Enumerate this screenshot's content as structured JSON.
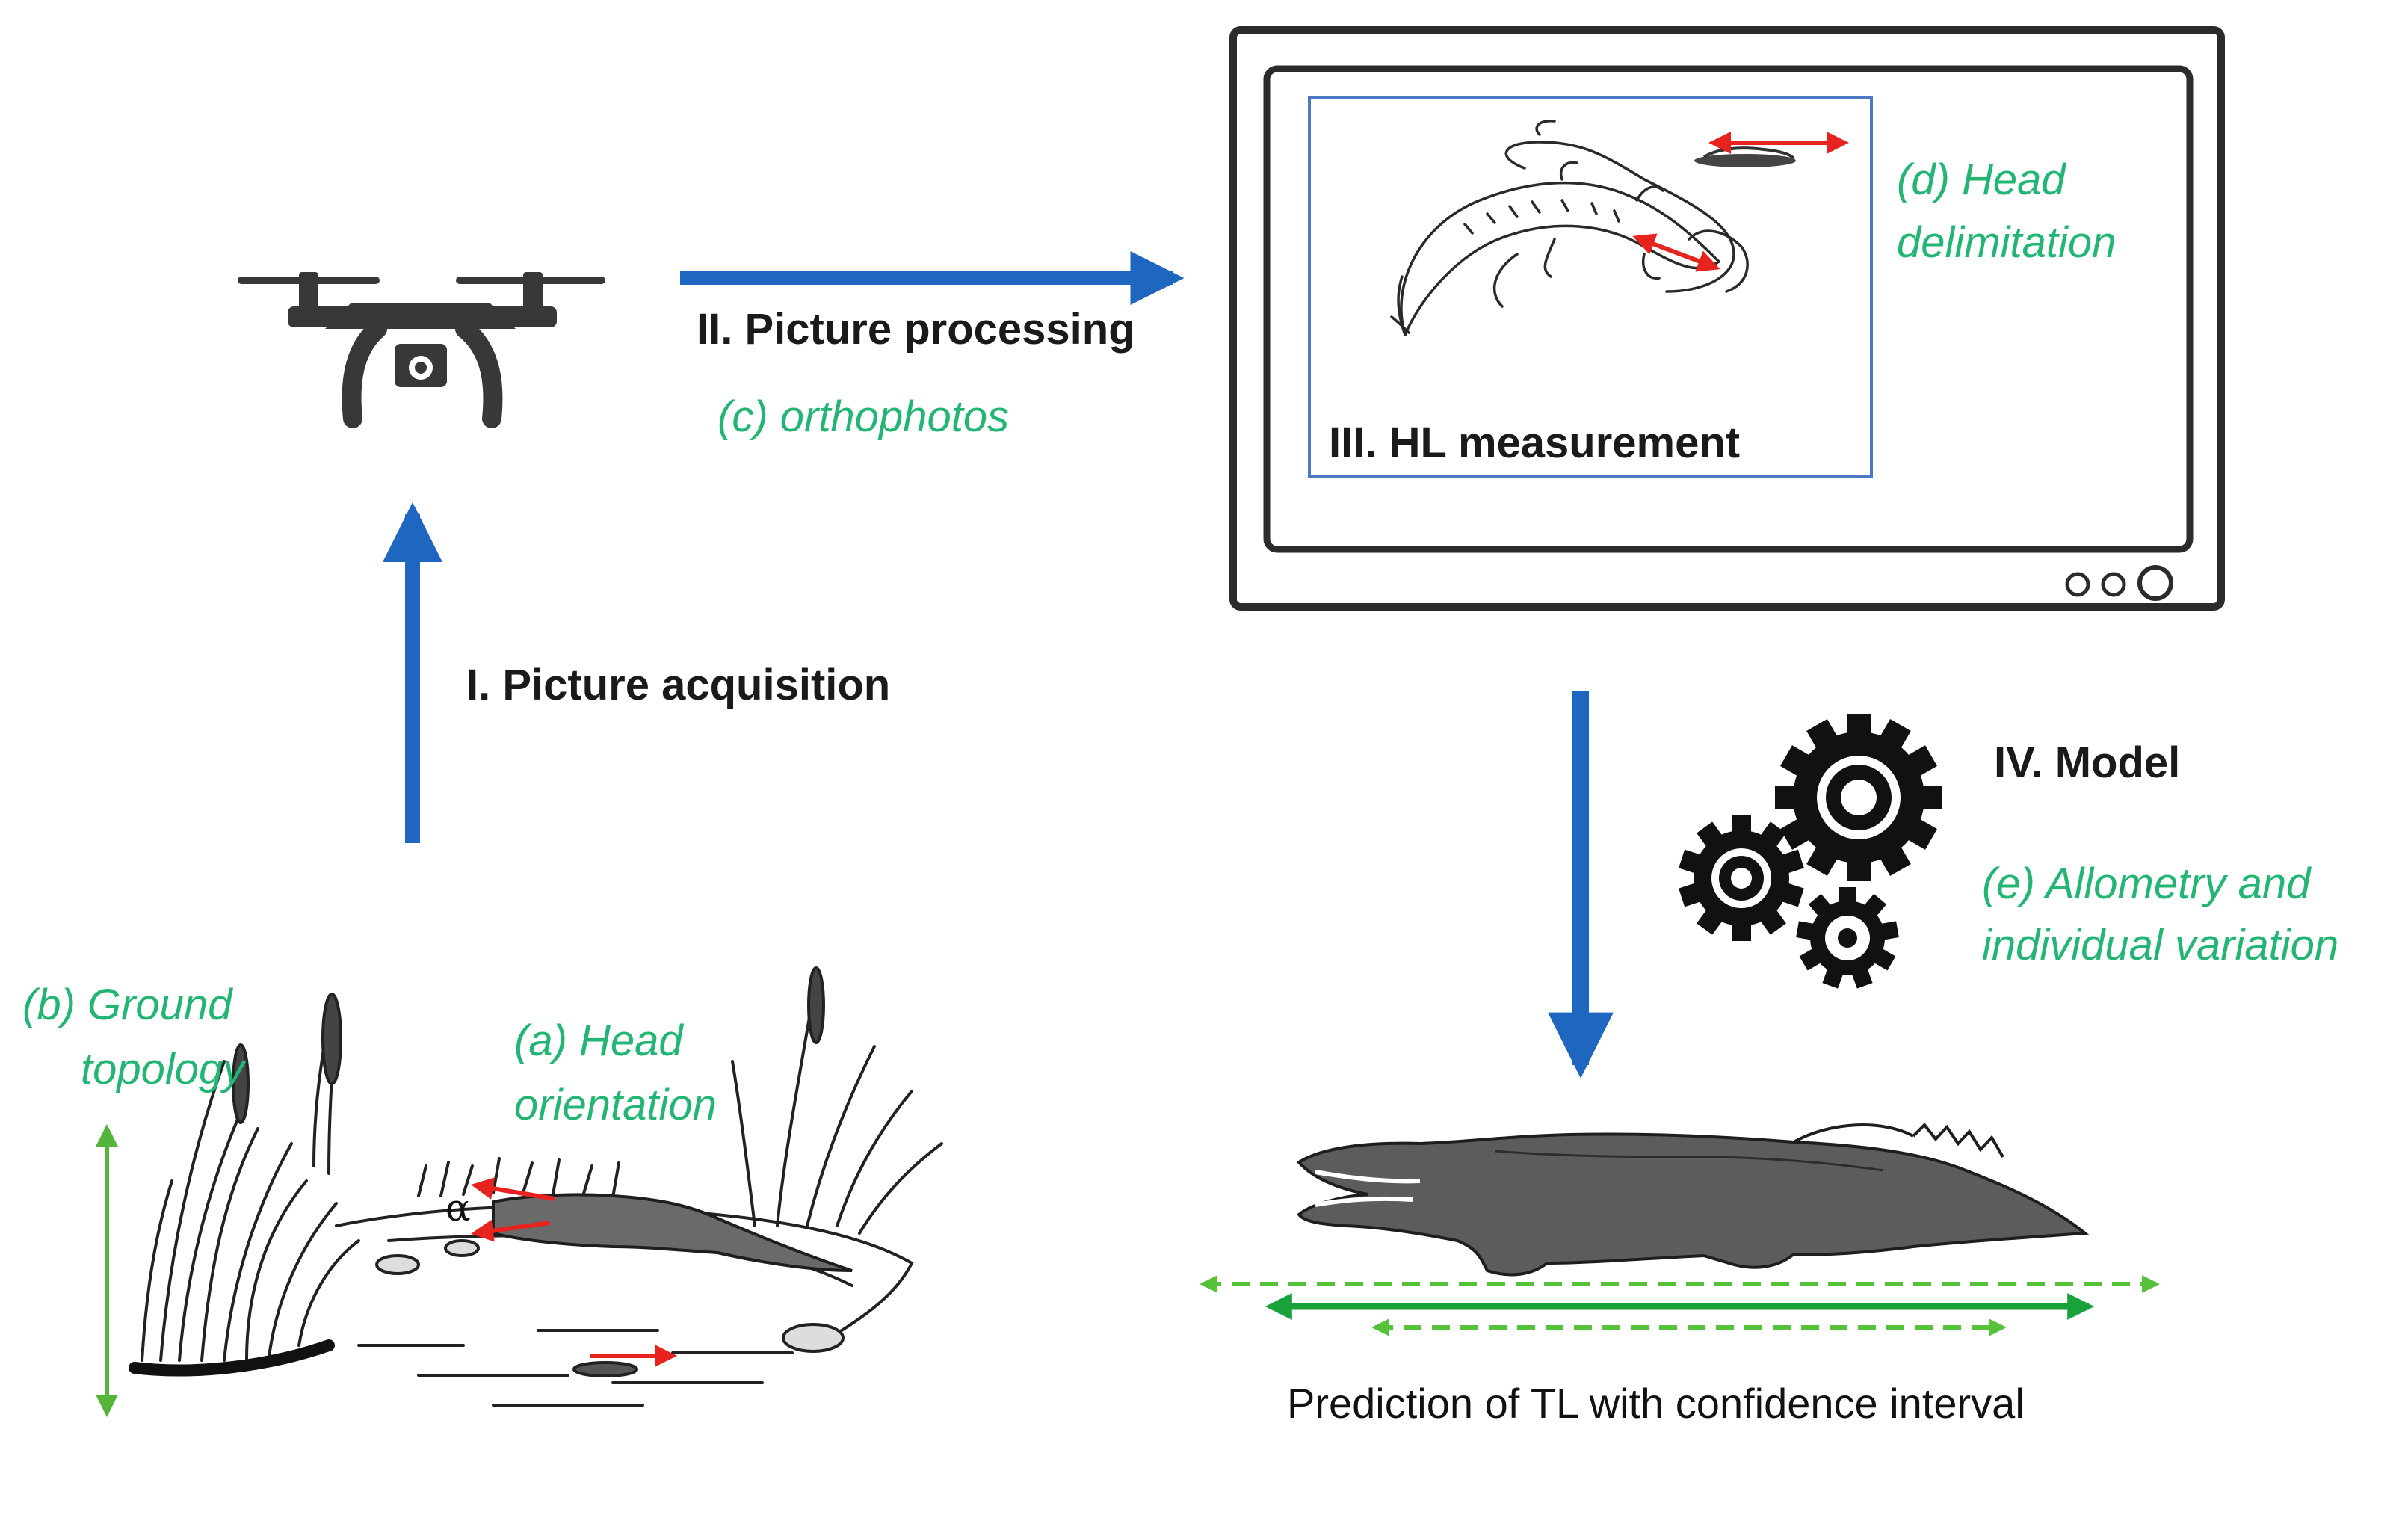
{
  "steps": {
    "acquisition": "I. Picture acquisition",
    "processing": "II. Picture processing",
    "measurement": "III. HL measurement",
    "model": "IV. Model"
  },
  "notes": {
    "a_line1": "(a) Head",
    "a_line2": "orientation",
    "b_line1": "(b) Ground",
    "b_line2": "topology",
    "c": "(c) orthophotos",
    "d_line1": "(d) Head",
    "d_line2": "delimitation",
    "e_line1": "(e) Allometry and",
    "e_line2": "individual variation"
  },
  "angle_symbol": "α",
  "caption": "Prediction of TL with confidence interval",
  "colors": {
    "flow_arrow": "#1f66c0",
    "note_text": "#22b573",
    "measure_arrow": "#e6231f",
    "interval_dark": "#1aa23a",
    "interval_light": "#55c23a",
    "icon": "#383838"
  }
}
